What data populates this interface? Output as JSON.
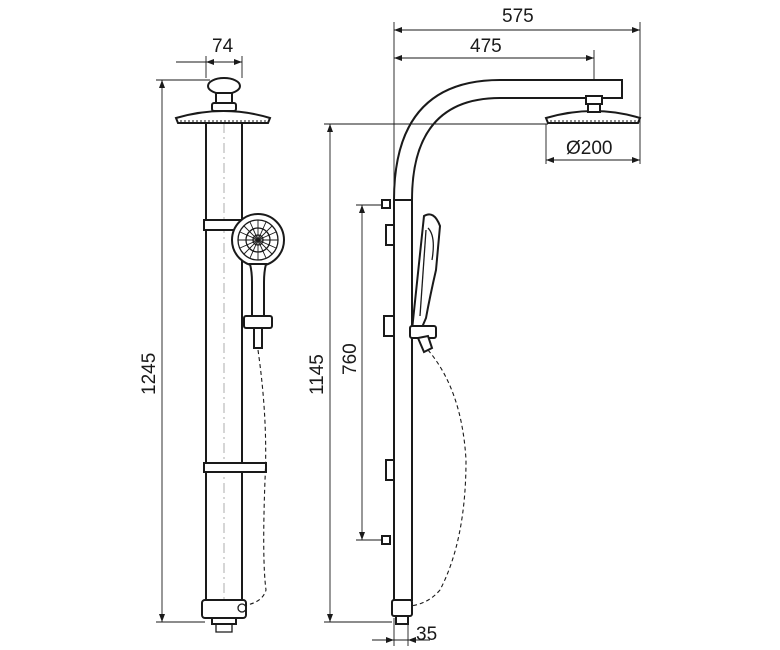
{
  "dimensions": {
    "front_width": "74",
    "front_total_height": "1245",
    "side_total_reach": "575",
    "side_arm_reach": "475",
    "head_diameter": "Ø200",
    "side_height": "1145",
    "rail_length": "760",
    "wall_offset": "35"
  }
}
